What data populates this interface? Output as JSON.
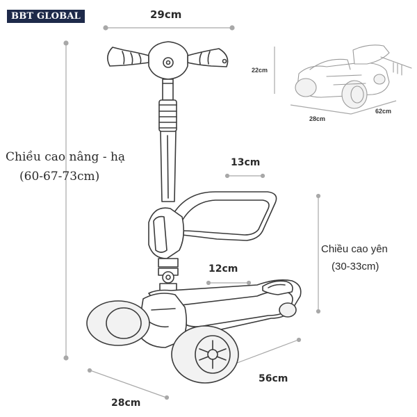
{
  "brand": {
    "logo_text": "BBT GLOBAL",
    "logo_bg": "#1e2a4a"
  },
  "dimensions": {
    "handle_width": "29cm",
    "seat_depth": "13cm",
    "deck_width": "12cm",
    "length": "56cm",
    "base_width": "28cm",
    "height_adjust_label": "Chiều cao nâng - hạ",
    "height_adjust_range": "(60-67-73cm)",
    "seat_height_label": "Chiều cao yên",
    "seat_height_range": "(30-33cm)"
  },
  "folded": {
    "height": "22cm",
    "width": "28cm",
    "length": "62cm"
  },
  "colors": {
    "line": "#3a3a3a",
    "dim": "#a8a8a8",
    "wheel_fill": "#f2f2f2"
  }
}
